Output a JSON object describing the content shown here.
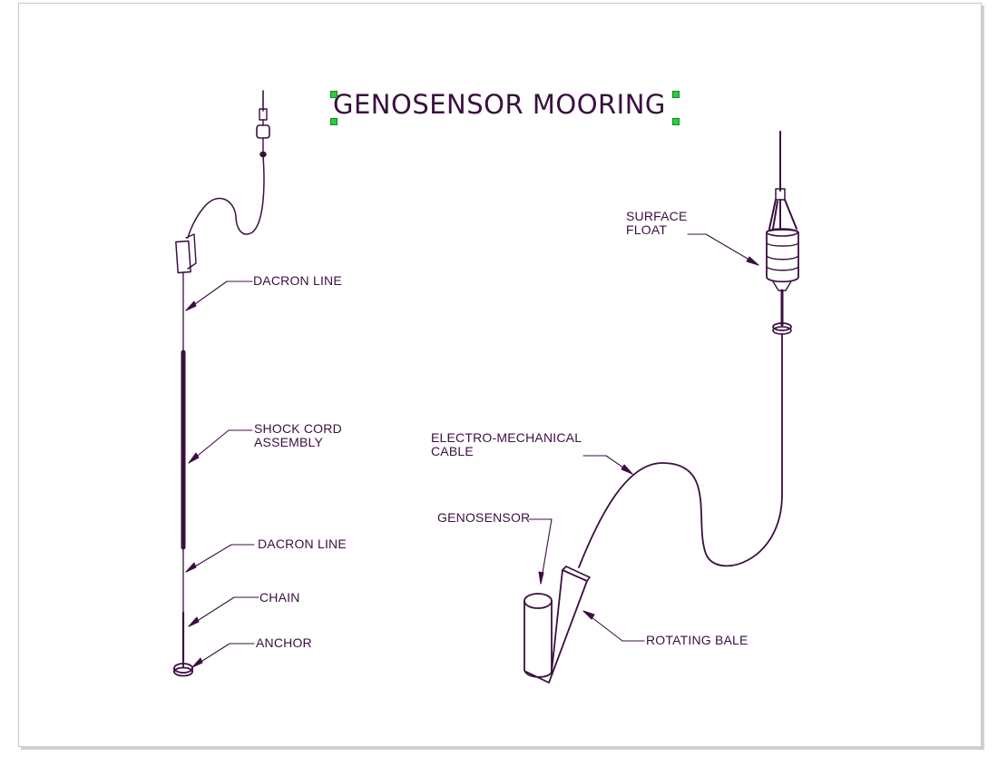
{
  "title": "GENOSENSOR MOORING",
  "labels": {
    "dacron_line_top": "DACRON LINE",
    "shock_cord_1": "SHOCK CORD",
    "shock_cord_2": "ASSEMBLY",
    "dacron_line_bottom": "DACRON LINE",
    "chain": "CHAIN",
    "anchor": "ANCHOR",
    "surface_float_1": "SURFACE",
    "surface_float_2": "FLOAT",
    "cable_1": "ELECTRO-MECHANICAL",
    "cable_2": "CABLE",
    "genosensor": "GENOSENSOR",
    "rotating_bale": "ROTATING BALE"
  },
  "colors": {
    "ink": "#3a1040",
    "selection_handle": "#2ecc40",
    "sheet_border": "#c8c8c8"
  }
}
